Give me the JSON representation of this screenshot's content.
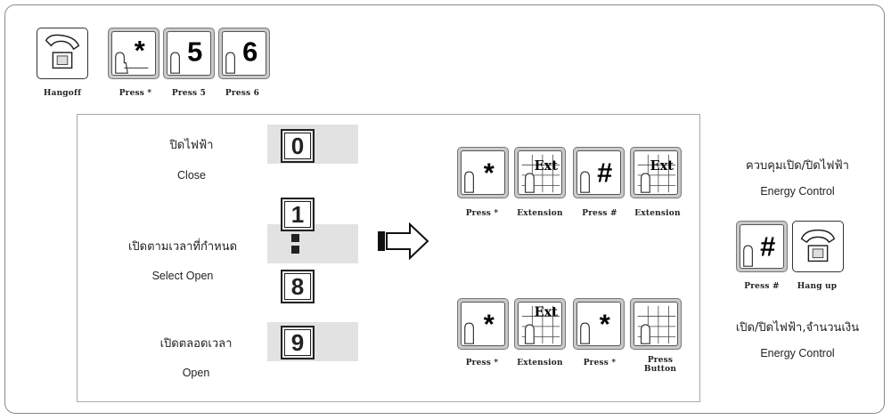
{
  "top_row": {
    "hangoff_label": "Hangoff",
    "press_star_label": "Press *",
    "press_5_label": "Press 5",
    "press_6_label": "Press 6",
    "key_5": "5",
    "key_6": "6"
  },
  "modes": [
    {
      "thai": "ปิดไฟฟ้า",
      "english": "Close",
      "digit": "0"
    },
    {
      "thai": "เปิดตามเวลาที่กำหนด",
      "english": "Select Open",
      "digit_start": "1",
      "digit_end": "8"
    },
    {
      "thai": "เปิดตลอดเวลา",
      "english": "Open",
      "digit": "9"
    }
  ],
  "sequence_a": {
    "labels": [
      "Press *",
      "Extension",
      "Press #",
      "Extension"
    ],
    "ext_text": "Ext",
    "hash": "#"
  },
  "sequence_b": {
    "labels": [
      "Press *",
      "Extension",
      "Press *",
      "Press Button"
    ],
    "ext_text": "Ext"
  },
  "right_panel": {
    "title_thai": "ควบคุมเปิด/ปิดไฟฟ้า",
    "title_english": "Energy Control",
    "press_hash_label": "Press #",
    "hang_up_label": "Hang up",
    "footer_thai": "เปิด/ปิดไฟฟ้า,จำนวนเงิน",
    "footer_english": "Energy Control"
  }
}
